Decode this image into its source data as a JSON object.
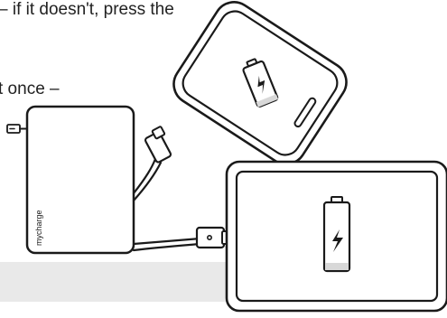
{
  "instructions": {
    "line1": "– if it doesn't, press the",
    "line2": "t once –"
  },
  "brand": {
    "logo_text": "mycharge"
  },
  "colors": {
    "outline": "#1a1a1a",
    "band": "#e9e9e9",
    "background": "#ffffff"
  }
}
